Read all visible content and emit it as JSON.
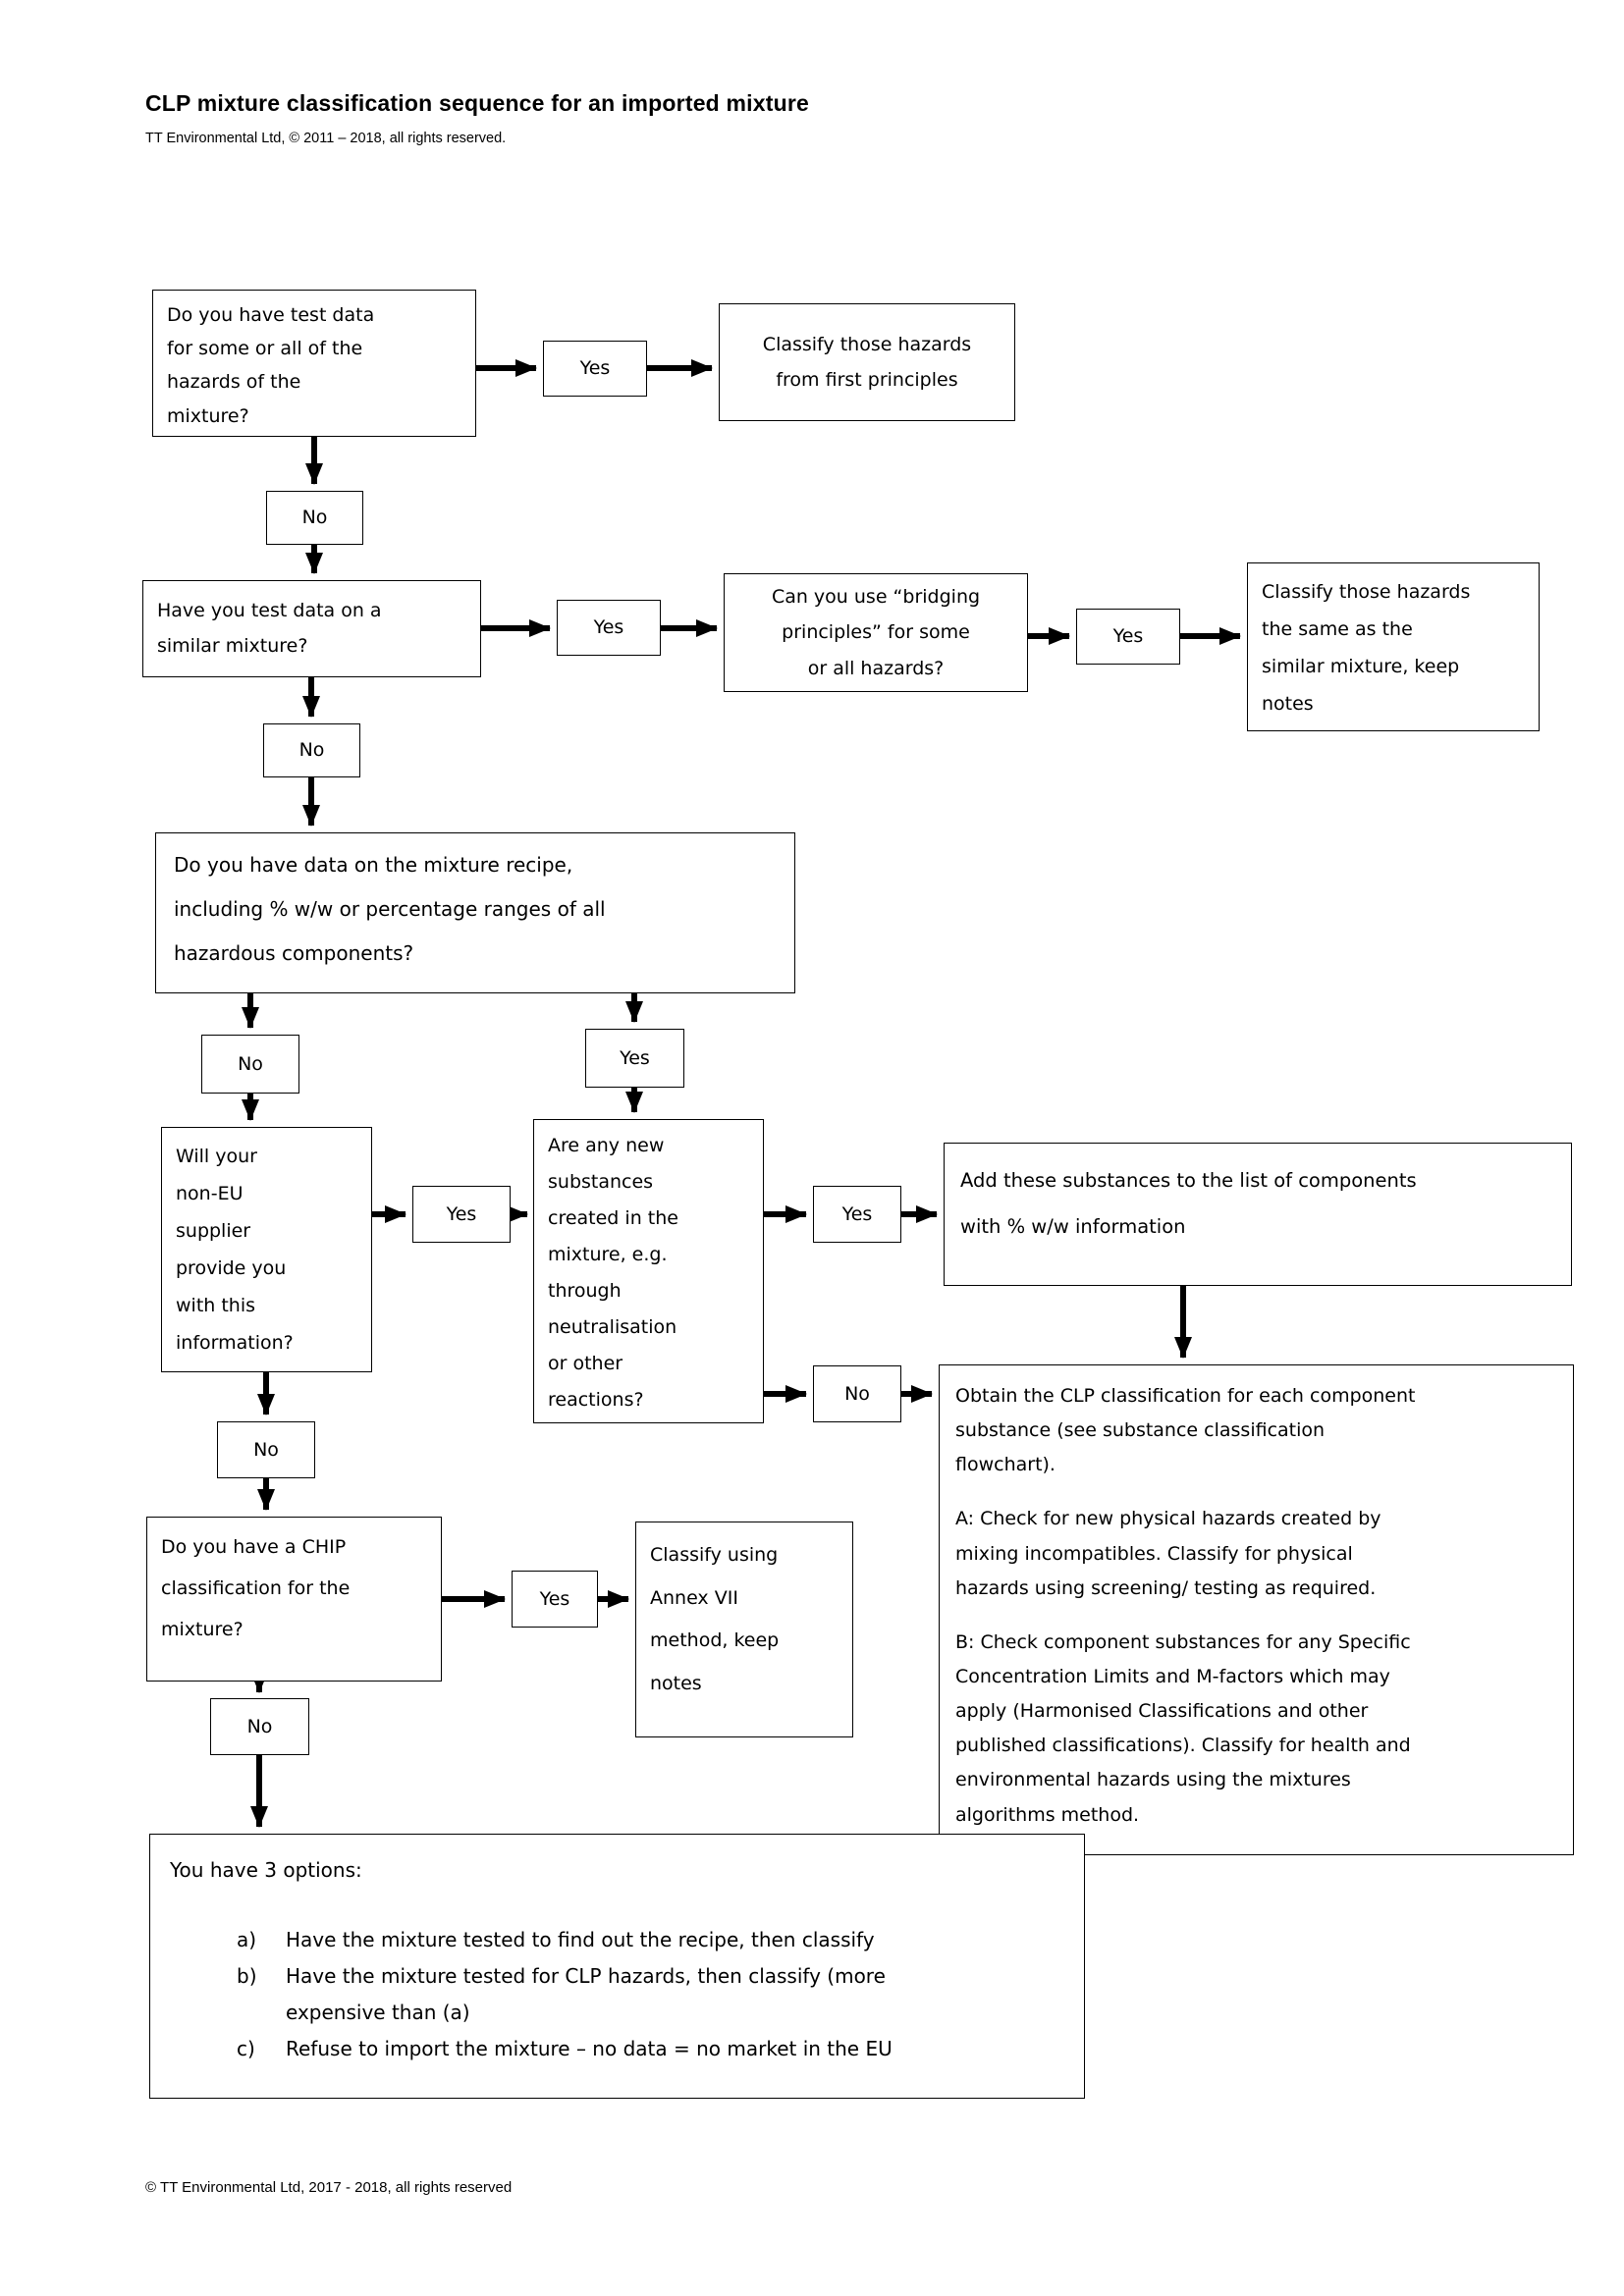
{
  "header": {
    "title": "CLP mixture classification sequence for an imported mixture",
    "subtitle": "TT Environmental Ltd, © 2011 – 2018, all rights reserved."
  },
  "footer": {
    "copyright": "© TT Environmental Ltd, 2017 - 2018, all rights reserved"
  },
  "labels": {
    "yes": "Yes",
    "no": "No"
  },
  "nodes": {
    "q_test_data": "Do you have test data\nfor some or all of the\nhazards of the\nmixture?",
    "classify_first_principles": "Classify those hazards\nfrom first principles",
    "q_similar_mixture": "Have you test data on a\nsimilar mixture?",
    "q_bridging_principles": "Can you use “bridging\nprinciples” for some\nor all hazards?",
    "classify_same_as_similar": "Classify those hazards\nthe same as the\nsimilar mixture, keep\nnotes",
    "q_mixture_recipe": "Do you have data on the mixture recipe,\nincluding % w/w or percentage ranges of all\nhazardous components?",
    "q_supplier_info": "Will your\nnon-EU\nsupplier\nprovide you\nwith this\ninformation?",
    "q_new_substances": "Are any new\nsubstances\ncreated in the\nmixture, e.g.\nthrough\nneutralisation\nor other\nreactions?",
    "add_substances": "Add these substances to the list of components\nwith % w/w information",
    "q_chip_classification": "Do you have a CHIP\nclassification for the\nmixture?",
    "classify_annex_vii": "Classify using\nAnnex VII\nmethod, keep\nnotes"
  },
  "obtain_clp": {
    "p1": "Obtain the CLP classification for each component\nsubstance (see substance classification\nflowchart).",
    "p2": "A: Check for new physical hazards created by\nmixing incompatibles. Classify for physical\nhazards using screening/ testing as required.",
    "p3": "B: Check component substances for any Specific\nConcentration Limits and M-factors which may\napply (Harmonised Classifications and other\npublished classifications). Classify for health and\nenvironmental hazards using the mixtures\nalgorithms method."
  },
  "options": {
    "heading": "You have 3 options:",
    "items": [
      {
        "marker": "a)",
        "text": "Have the mixture tested to find out the recipe, then classify"
      },
      {
        "marker": "b)",
        "text": "Have the mixture tested for CLP hazards, then classify (more\nexpensive than (a)"
      },
      {
        "marker": "c)",
        "text": "Refuse to import the mixture – no data = no market in the EU"
      }
    ]
  },
  "diagram": {
    "type": "flowchart",
    "edges": [
      [
        "q_test_data",
        "yes",
        "classify_first_principles"
      ],
      [
        "q_test_data",
        "no",
        "q_similar_mixture"
      ],
      [
        "q_similar_mixture",
        "yes",
        "q_bridging_principles"
      ],
      [
        "q_bridging_principles",
        "yes",
        "classify_same_as_similar"
      ],
      [
        "q_similar_mixture",
        "no",
        "q_mixture_recipe"
      ],
      [
        "q_mixture_recipe",
        "no",
        "q_supplier_info"
      ],
      [
        "q_mixture_recipe",
        "yes",
        "q_new_substances"
      ],
      [
        "q_supplier_info",
        "yes",
        "q_new_substances"
      ],
      [
        "q_supplier_info",
        "no",
        "q_chip_classification"
      ],
      [
        "q_new_substances",
        "yes",
        "add_substances"
      ],
      [
        "q_new_substances",
        "no",
        "obtain_clp"
      ],
      [
        "add_substances",
        "",
        "obtain_clp"
      ],
      [
        "q_chip_classification",
        "yes",
        "classify_annex_vii"
      ],
      [
        "q_chip_classification",
        "no",
        "three_options"
      ]
    ]
  }
}
